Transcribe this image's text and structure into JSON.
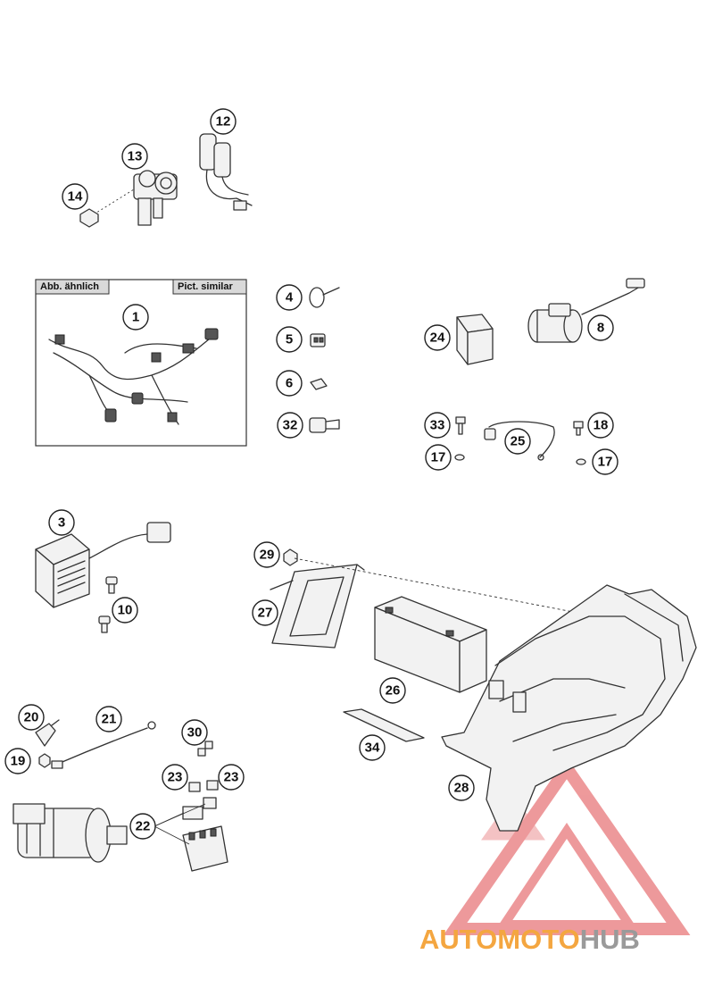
{
  "callouts": [
    {
      "id": "1",
      "label": "1"
    },
    {
      "id": "3",
      "label": "3"
    },
    {
      "id": "4",
      "label": "4"
    },
    {
      "id": "5",
      "label": "5"
    },
    {
      "id": "6",
      "label": "6"
    },
    {
      "id": "8",
      "label": "8"
    },
    {
      "id": "10",
      "label": "10"
    },
    {
      "id": "12",
      "label": "12"
    },
    {
      "id": "13",
      "label": "13"
    },
    {
      "id": "14",
      "label": "14"
    },
    {
      "id": "17a",
      "label": "17"
    },
    {
      "id": "17b",
      "label": "17"
    },
    {
      "id": "18",
      "label": "18"
    },
    {
      "id": "19",
      "label": "19"
    },
    {
      "id": "20",
      "label": "20"
    },
    {
      "id": "21",
      "label": "21"
    },
    {
      "id": "22",
      "label": "22"
    },
    {
      "id": "23a",
      "label": "23"
    },
    {
      "id": "23b",
      "label": "23"
    },
    {
      "id": "24",
      "label": "24"
    },
    {
      "id": "25",
      "label": "25"
    },
    {
      "id": "26",
      "label": "26"
    },
    {
      "id": "27",
      "label": "27"
    },
    {
      "id": "28",
      "label": "28"
    },
    {
      "id": "29",
      "label": "29"
    },
    {
      "id": "30",
      "label": "30"
    },
    {
      "id": "32",
      "label": "32"
    },
    {
      "id": "33",
      "label": "33"
    },
    {
      "id": "34",
      "label": "34"
    }
  ],
  "inset_box": {
    "label_left": "Abb. ähnlich",
    "label_right": "Pict. similar"
  },
  "watermark": {
    "part1": "AUTOMOTO",
    "part2": "HUB",
    "color_primary": "#f4a640",
    "color_secondary": "#9a9a9a",
    "logo_color": "#e8787a"
  }
}
